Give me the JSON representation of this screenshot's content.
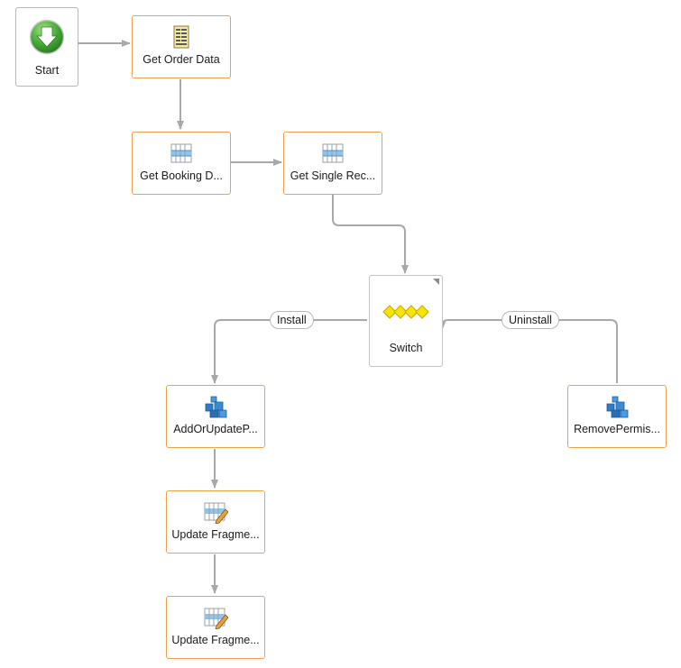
{
  "workflow": {
    "nodes": [
      {
        "id": "start",
        "label": "Start",
        "icon": "start-arrow-icon"
      },
      {
        "id": "get-order-data",
        "label": "Get Order Data",
        "icon": "data-sheet-icon"
      },
      {
        "id": "get-booking",
        "label": "Get Booking D...",
        "icon": "table-rows-icon"
      },
      {
        "id": "get-single-record",
        "label": "Get Single Rec...",
        "icon": "table-rows-icon"
      },
      {
        "id": "switch",
        "label": "Switch",
        "icon": "switch-diamonds-icon"
      },
      {
        "id": "add-or-update",
        "label": "AddOrUpdateP...",
        "icon": "blocks-icon"
      },
      {
        "id": "remove-permission",
        "label": "RemovePermis...",
        "icon": "blocks-icon"
      },
      {
        "id": "update-fragment-1",
        "label": "Update Fragme...",
        "icon": "table-edit-icon"
      },
      {
        "id": "update-fragment-2",
        "label": "Update Fragme...",
        "icon": "table-edit-icon"
      }
    ],
    "cases": [
      {
        "label": "Install"
      },
      {
        "label": "Uninstall"
      }
    ]
  },
  "colors": {
    "activity_border": "#f0a04a",
    "neutral_border": "#b9b9b9",
    "wire": "#a8a8a8",
    "start_green": "#4cae3a",
    "switch_yellow": "#f7e400",
    "blocks_blue": "#2f7cc6"
  }
}
